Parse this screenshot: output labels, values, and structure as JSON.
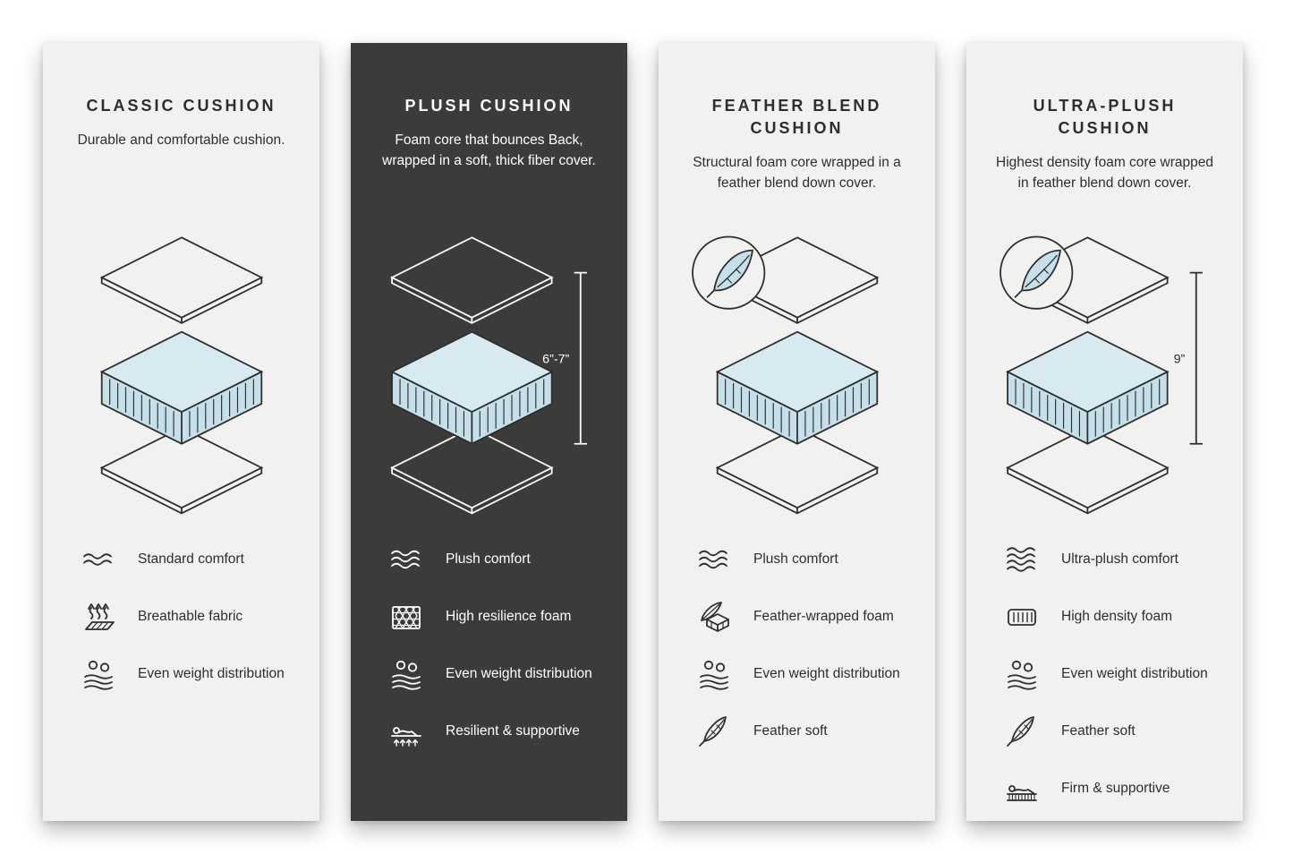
{
  "colors": {
    "panel_light": "#f1f1ef",
    "panel_dark": "#3b3b39",
    "ink": "#2e2e2c",
    "ink_light": "#ffffff",
    "foam": "#c6e0eb",
    "foam_top": "#d8eaf1"
  },
  "panels": [
    {
      "id": "classic",
      "theme": "light",
      "title": "CLASSIC CUSHION",
      "description": "Durable and comfortable cushion.",
      "features": [
        {
          "icon": "wave-2",
          "label": "Standard comfort"
        },
        {
          "icon": "breathable",
          "label": "Breathable fabric"
        },
        {
          "icon": "weight",
          "label": "Even weight distribution"
        }
      ]
    },
    {
      "id": "plush",
      "theme": "dark",
      "title": "PLUSH CUSHION",
      "description": "Foam core that bounces Back, wrapped in a soft, thick fiber cover.",
      "measurement": "6”-7”",
      "features": [
        {
          "icon": "wave-3",
          "label": "Plush comfort"
        },
        {
          "icon": "honeycomb",
          "label": "High resilience foam"
        },
        {
          "icon": "weight",
          "label": "Even weight distribution"
        },
        {
          "icon": "resilient",
          "label": "Resilient & supportive"
        }
      ]
    },
    {
      "id": "feather-blend",
      "theme": "light",
      "title": "FEATHER BLEND CUSHION",
      "description": "Structural foam core wrapped in a feather blend down cover.",
      "has_feather_badge": true,
      "features": [
        {
          "icon": "wave-3",
          "label": "Plush comfort"
        },
        {
          "icon": "feather-foam",
          "label": "Feather-wrapped foam"
        },
        {
          "icon": "weight",
          "label": "Even weight distribution"
        },
        {
          "icon": "feather",
          "label": "Feather soft"
        }
      ]
    },
    {
      "id": "ultra-plush",
      "theme": "light",
      "title": "ULTRA-PLUSH CUSHION",
      "description": "Highest density foam core wrapped in feather blend down cover.",
      "measurement": "9”",
      "has_feather_badge": true,
      "features": [
        {
          "icon": "wave-4",
          "label": "Ultra-plush comfort"
        },
        {
          "icon": "density",
          "label": "High density foam"
        },
        {
          "icon": "weight",
          "label": "Even weight distribution"
        },
        {
          "icon": "feather",
          "label": "Feather soft"
        },
        {
          "icon": "firm",
          "label": "Firm & supportive"
        }
      ]
    }
  ]
}
